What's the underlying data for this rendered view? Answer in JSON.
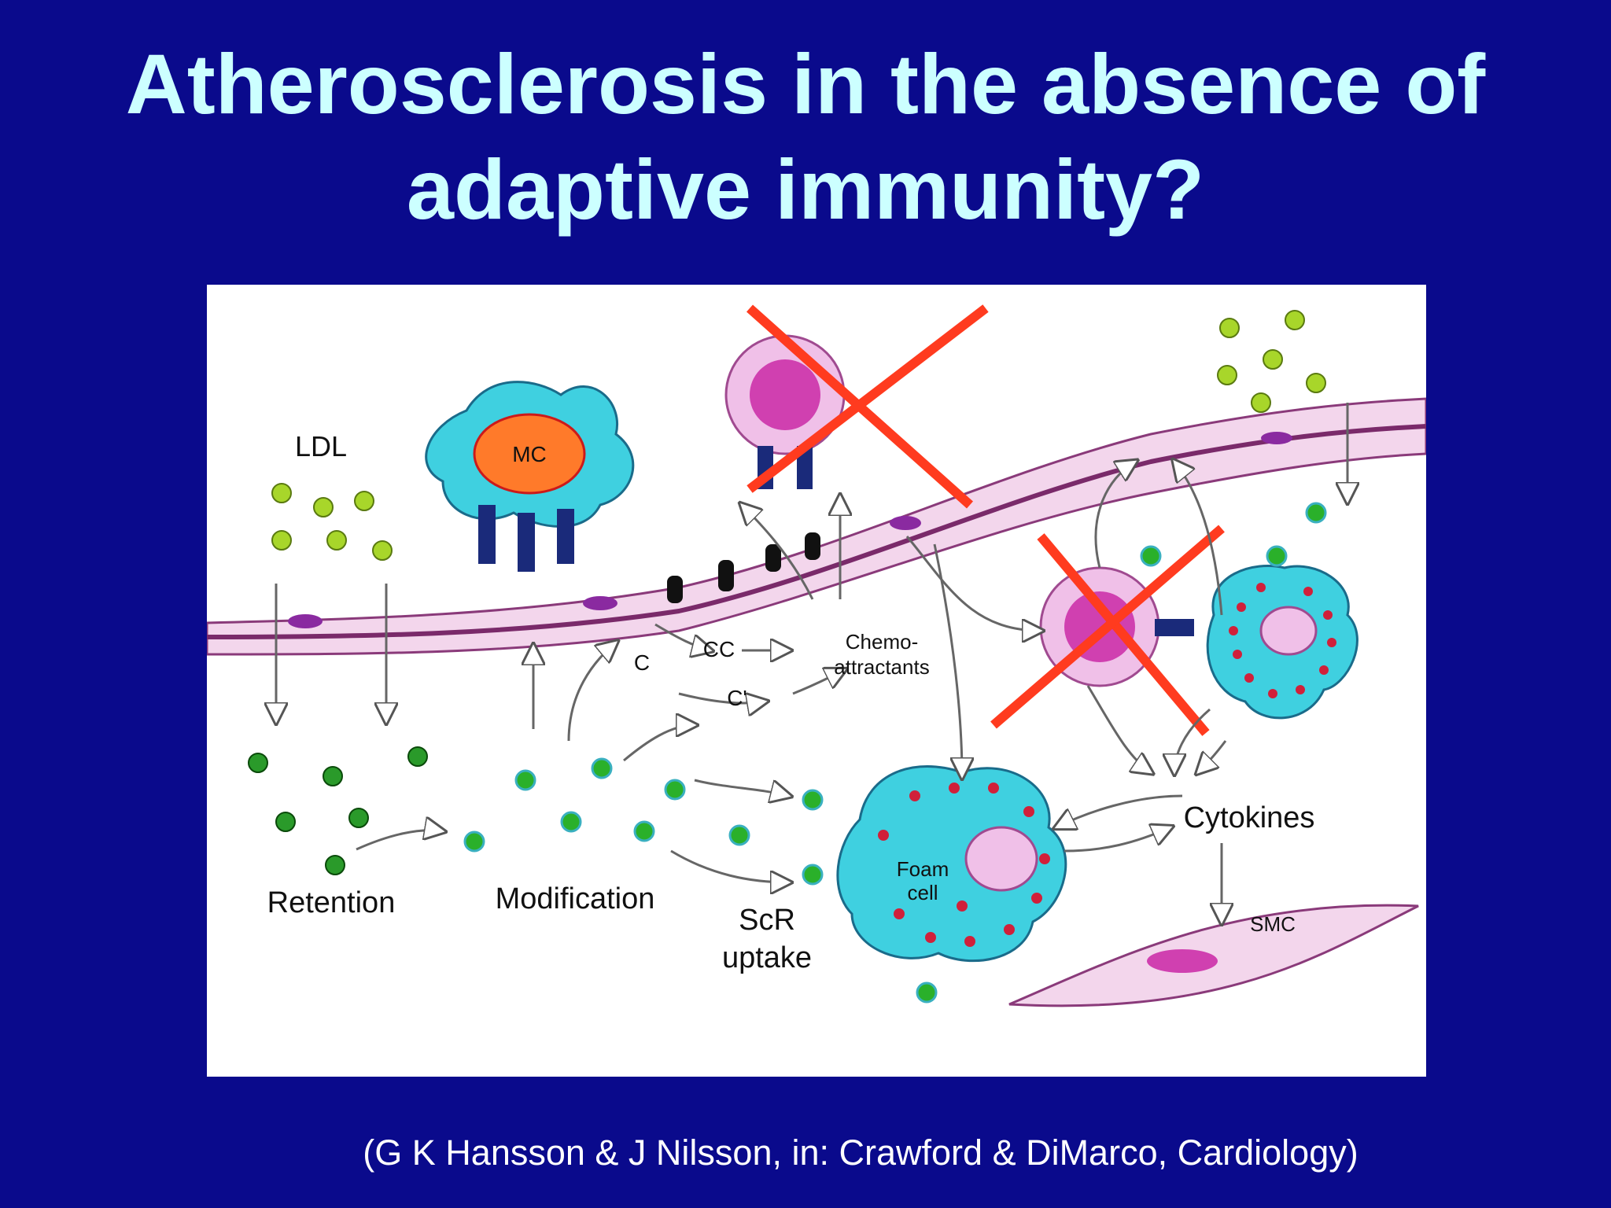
{
  "slide": {
    "title_line1": "Atherosclerosis in the absence of",
    "title_line2": "adaptive immunity?",
    "citation": "(G K  Hansson & J Nilsson, in: Crawford & DiMarco, Cardiology)"
  },
  "diagram": {
    "labels": {
      "ldl": "LDL",
      "mc": "MC",
      "retention": "Retention",
      "modification": "Modification",
      "scr_uptake_1": "ScR",
      "scr_uptake_2": "uptake",
      "chemo_1": "Chemo-",
      "chemo_2": "attractants",
      "cc": "CC",
      "c": "C",
      "c_prime": "C'",
      "foam_1": "Foam",
      "foam_2": "cell",
      "cytokines": "Cytokines",
      "smc": "SMC"
    },
    "colors": {
      "background": "#0a0a8c",
      "title": "#ccffff",
      "cross": "#ff3b1f",
      "ldl": "#a8d62a",
      "cell_cyan": "#3fd0e0",
      "vessel_pink": "#e8a8d8",
      "nucleus_magenta": "#cc33aa"
    },
    "crossed_out": [
      "t-cell-top",
      "t-cell-right"
    ]
  }
}
